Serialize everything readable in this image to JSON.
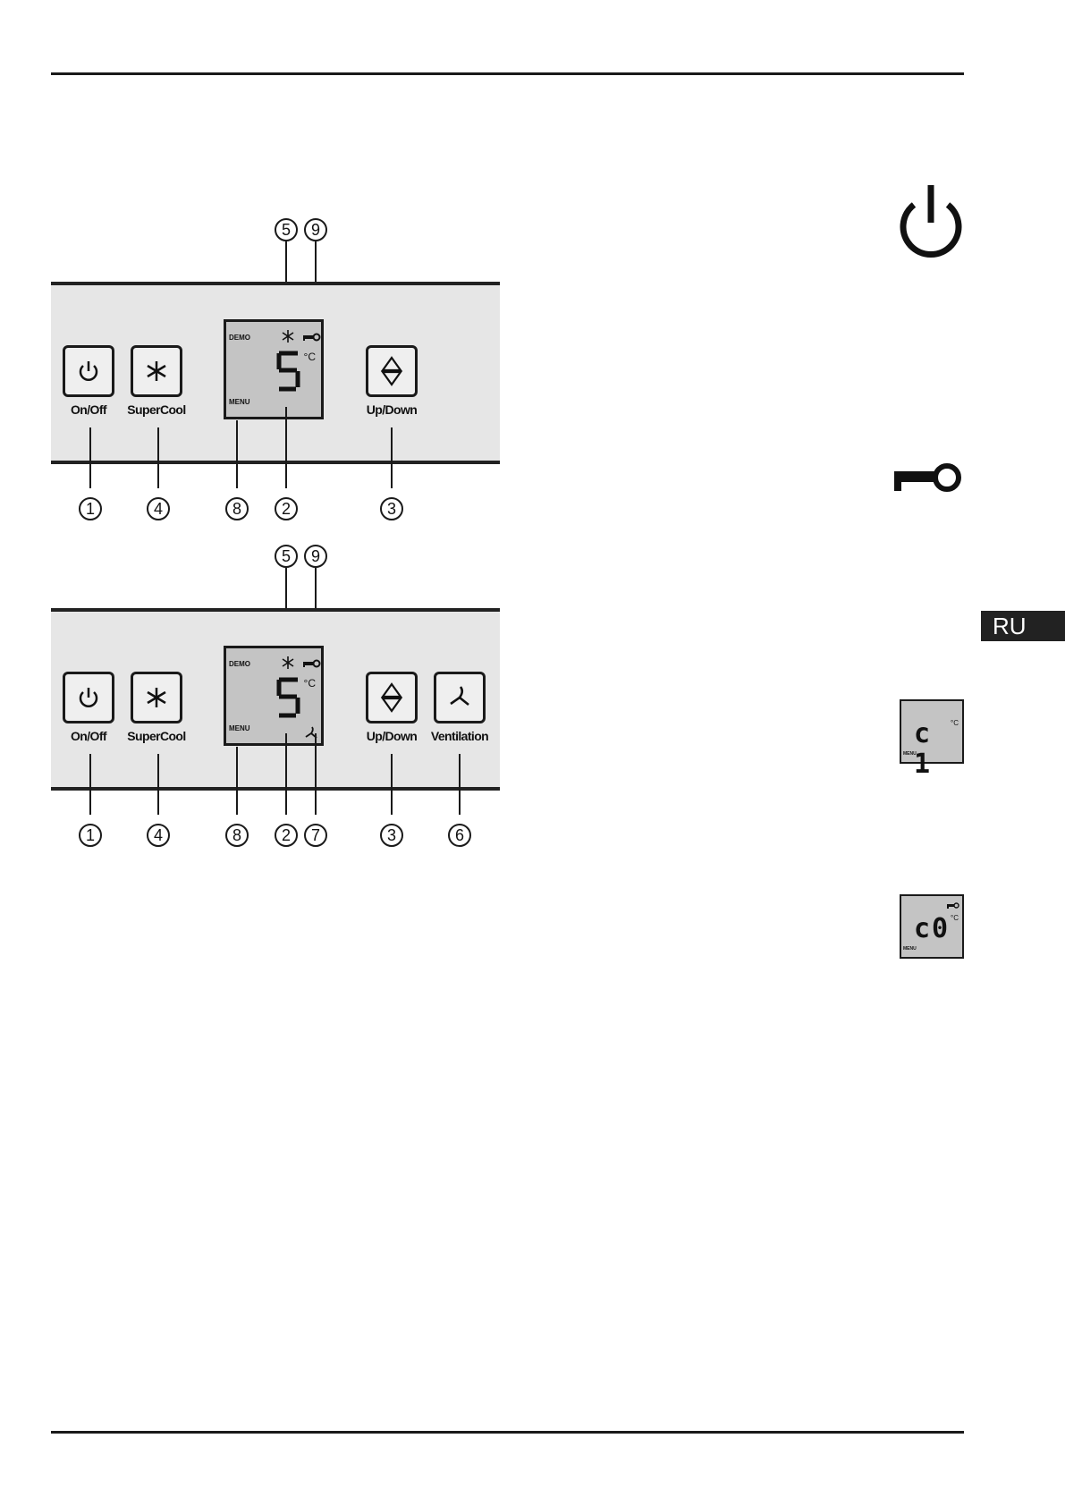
{
  "language_tab": "RU",
  "panel_top": {
    "buttons": {
      "onoff": "On/Off",
      "supercool": "SuperCool",
      "updown": "Up/Down"
    },
    "display": {
      "demo": "DEMO",
      "menu": "MENU",
      "digit": "5",
      "unit": "°C"
    },
    "callouts": {
      "c1": "1",
      "c2": "2",
      "c3": "3",
      "c4": "4",
      "c5": "5",
      "c8": "8",
      "c9": "9"
    }
  },
  "panel_bottom": {
    "buttons": {
      "onoff": "On/Off",
      "supercool": "SuperCool",
      "updown": "Up/Down",
      "ventilation": "Ventilation"
    },
    "display": {
      "demo": "DEMO",
      "menu": "MENU",
      "digit": "5",
      "unit": "°C"
    },
    "callouts": {
      "c1": "1",
      "c2": "2",
      "c3": "3",
      "c4": "4",
      "c5": "5",
      "c6": "6",
      "c7": "7",
      "c8": "8",
      "c9": "9"
    }
  },
  "side_icons": {
    "lcd_c1": {
      "text": "c 1",
      "unit": "°C",
      "menu": "MENU"
    },
    "lcd_c0": {
      "text": "c0",
      "unit": "°C",
      "menu": "MENU"
    }
  }
}
